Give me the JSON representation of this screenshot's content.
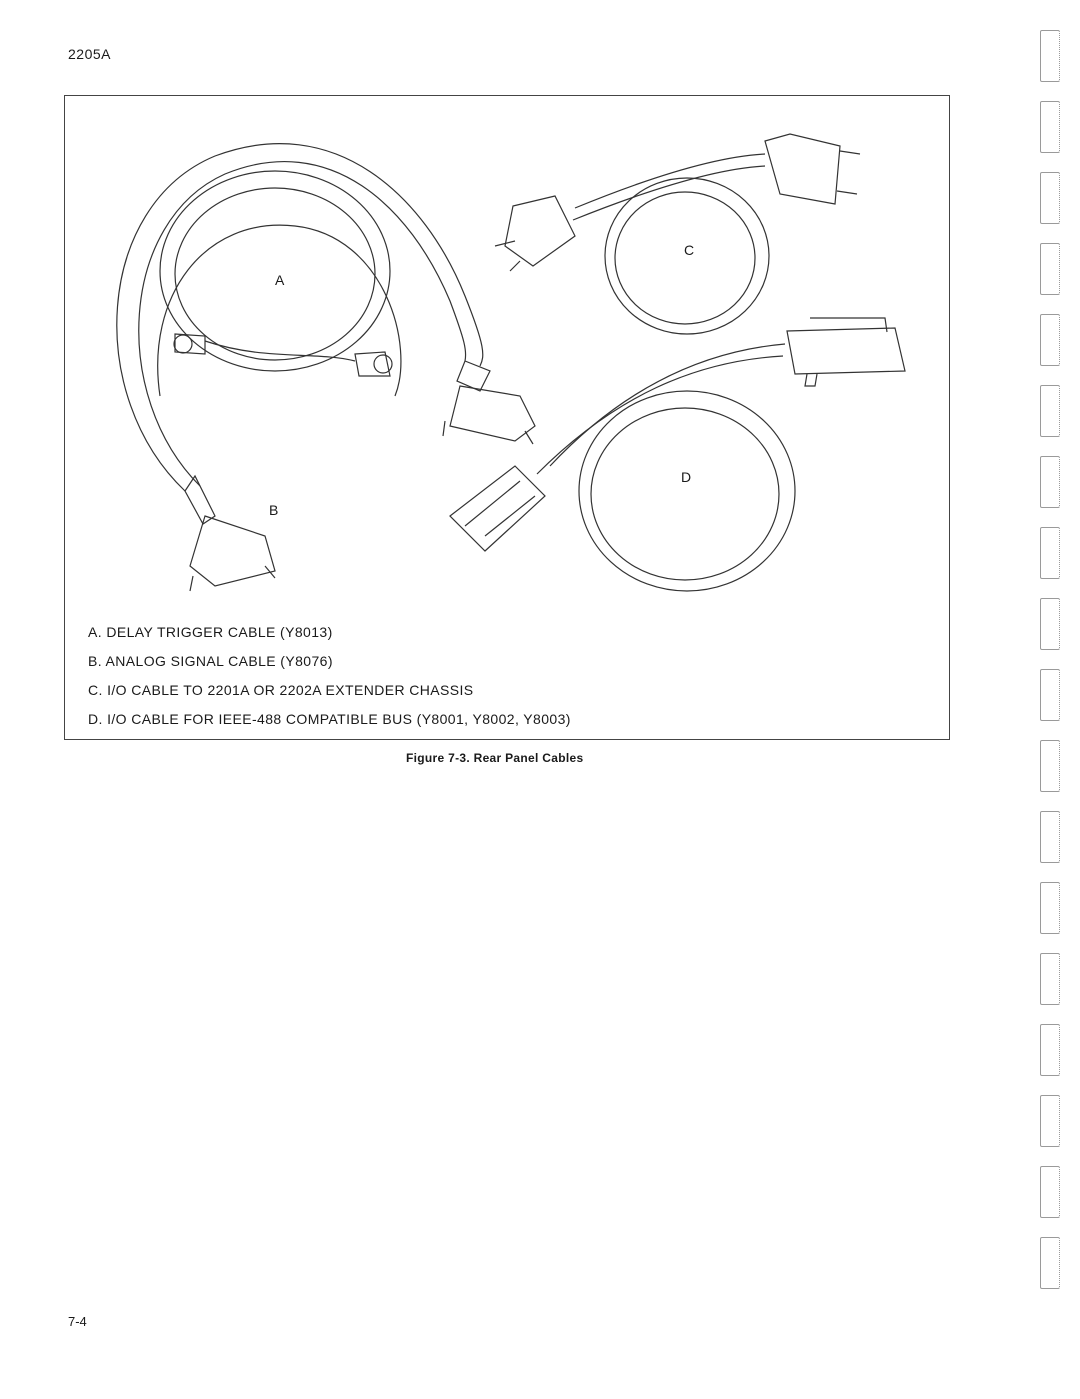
{
  "header": {
    "doc_id": "2205A"
  },
  "figure": {
    "labels": {
      "a": "A",
      "b": "B",
      "c": "C",
      "d": "D"
    },
    "legend": [
      "A. DELAY TRIGGER CABLE (Y8013)",
      "B. ANALOG SIGNAL CABLE (Y8076)",
      "C. I/O CABLE TO 2201A OR 2202A EXTENDER CHASSIS",
      "D. I/O CABLE FOR IEEE-488 COMPATIBLE BUS (Y8001, Y8002, Y8003)"
    ],
    "caption": "Figure 7-3. Rear Panel Cables"
  },
  "footer": {
    "page_number": "7-4"
  }
}
